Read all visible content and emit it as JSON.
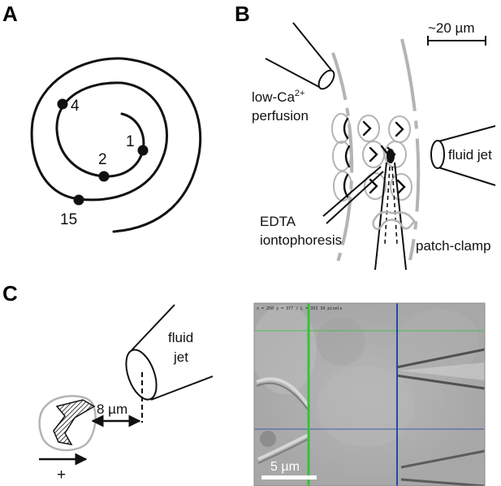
{
  "panels": {
    "a": {
      "letter": "A",
      "points": [
        "4",
        "1",
        "2",
        "15"
      ]
    },
    "b": {
      "letter": "B",
      "scale_label": "~20 µm",
      "perfusion_line1": "low-Ca",
      "perfusion_sup": "2+",
      "perfusion_line2": "perfusion",
      "fluid_jet": "fluid jet",
      "edta_line1": "EDTA",
      "edta_line2": "iontophoresis",
      "patch_clamp": "patch-clamp"
    },
    "c": {
      "letter": "C",
      "fluid_jet_line1": "fluid",
      "fluid_jet_line2": "jet",
      "distance": "8 µm",
      "direction": "+",
      "micrograph_readout": "x = 250  y = 377 / L = 353  34 pixels",
      "micrograph_scale": "5 µm"
    }
  },
  "colors": {
    "line": "#111111",
    "gray_outline": "#b4b4b4",
    "green_line": "#36c23a",
    "blue_line": "#2448a8",
    "micrograph_bg": "#a9a9a9"
  }
}
